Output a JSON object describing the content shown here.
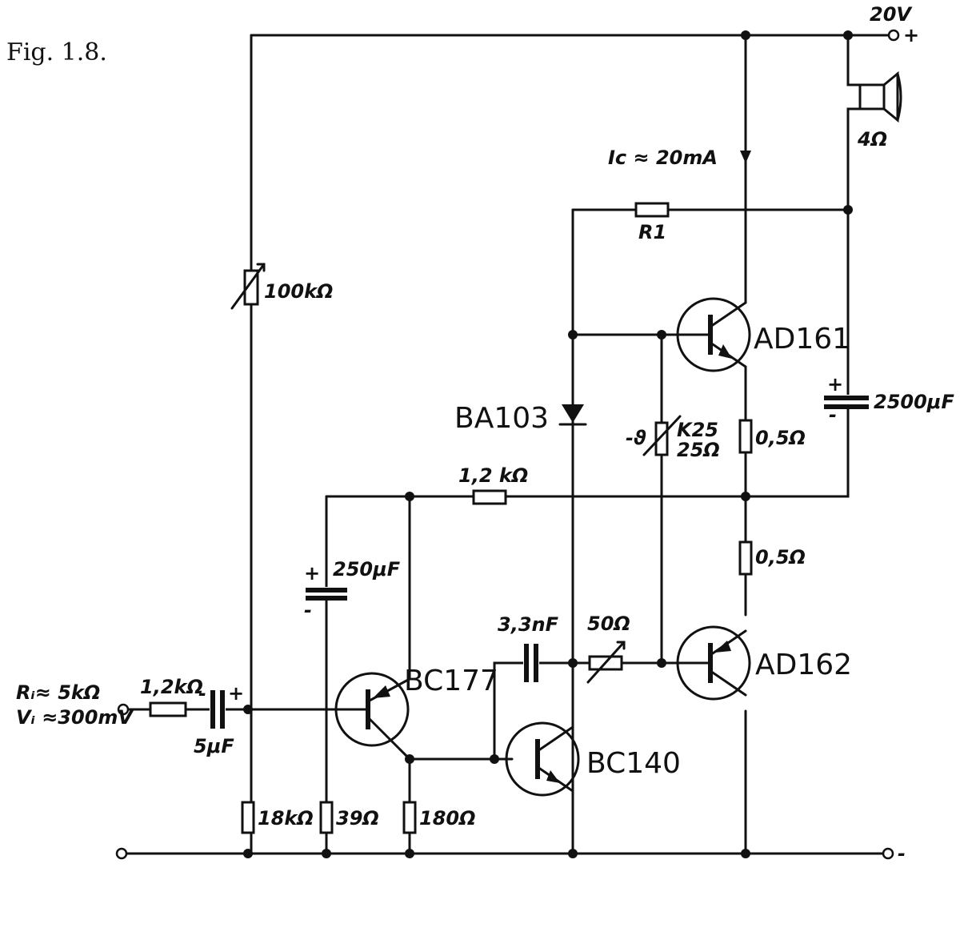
{
  "figure": {
    "title": "Fig. 1.8."
  },
  "supply": {
    "voltage": "20V",
    "plus": "+",
    "minus": "-"
  },
  "input": {
    "ri": "Rᵢ≈ 5kΩ",
    "vi": "Vᵢ ≈300mV"
  },
  "labels": {
    "collector_current": "Iᴄ ≈ 20mA",
    "speaker": "4Ω",
    "r1": "R1",
    "pot_100k": "100kΩ",
    "cap_2500": "2500μF",
    "cap_250": "250μF",
    "cap_3n3": "3,3nF",
    "cap_5u": "5μF",
    "res_50": "50Ω",
    "res_1k2_in": "1,2kΩ",
    "res_1k2_fb": "1,2 kΩ",
    "res_05_top": "0,5Ω",
    "res_05_bottom": "0,5Ω",
    "ntc_type": "K25",
    "ntc_value": "25Ω",
    "ntc_symbol": "-ϑ",
    "res_18k": "18kΩ",
    "res_39": "39Ω",
    "res_180": "180Ω",
    "cap_plus": "+",
    "cap_minus": "-"
  },
  "parts": {
    "q1": "AD161",
    "q2": "AD162",
    "q3": "BC177",
    "q4": "BC140",
    "diode": "BA103"
  }
}
